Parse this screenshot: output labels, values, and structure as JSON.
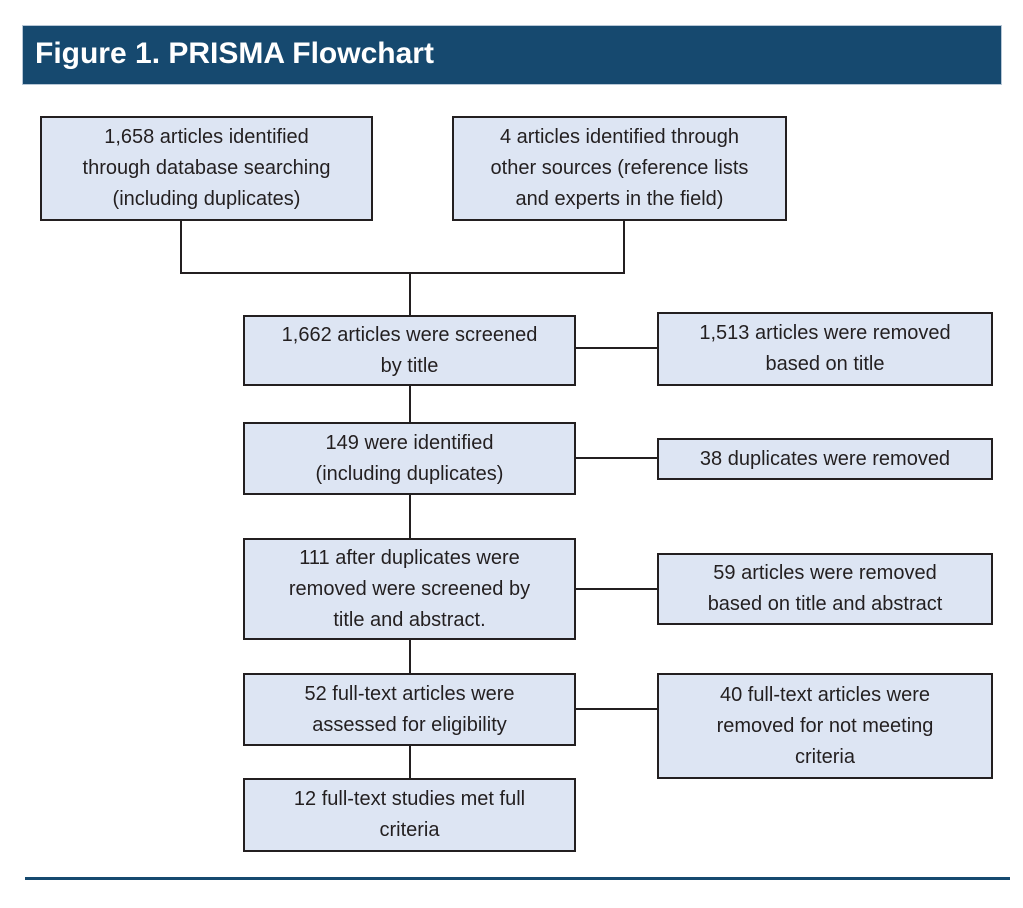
{
  "figure": {
    "title": "Figure 1. PRISMA Flowchart"
  },
  "colors": {
    "header_bg": "#16496F",
    "box_fill": "#DDE5F3",
    "box_border": "#231F20",
    "connector": "#231F20",
    "bottom_rule": "#16496F",
    "title_text": "#FFFFFF",
    "box_text": "#231F20"
  },
  "flowchart": {
    "boxes": [
      {
        "id": "identified-database",
        "lines": [
          "1,658 articles identified",
          "through database searching",
          "(including duplicates)"
        ]
      },
      {
        "id": "identified-other",
        "lines": [
          "4 articles identified through",
          "other sources (reference lists",
          "and experts in the field)"
        ]
      },
      {
        "id": "screened-by-title",
        "lines": [
          "1,662 articles were screened",
          "by title"
        ]
      },
      {
        "id": "removed-by-title",
        "lines": [
          "1,513 articles were removed",
          "based on title"
        ]
      },
      {
        "id": "identified-including-duplicates",
        "lines": [
          "149 were identified",
          "(including duplicates)"
        ]
      },
      {
        "id": "duplicates-removed",
        "lines": [
          "38 duplicates were removed"
        ]
      },
      {
        "id": "screened-title-abstract",
        "lines": [
          "111 after duplicates were",
          "removed were screened by",
          "title and abstract."
        ]
      },
      {
        "id": "removed-title-abstract",
        "lines": [
          "59 articles were removed",
          "based on title and abstract"
        ]
      },
      {
        "id": "fulltext-assessed",
        "lines": [
          "52 full-text articles were",
          "assessed for eligibility"
        ]
      },
      {
        "id": "fulltext-removed",
        "lines": [
          "40 full-text articles were",
          "removed for not meeting",
          "criteria"
        ]
      },
      {
        "id": "met-full-criteria",
        "lines": [
          "12 full-text studies met full",
          "criteria"
        ]
      }
    ],
    "edges": [
      "identified-database -> screened-by-title",
      "identified-other -> screened-by-title",
      "screened-by-title -> removed-by-title",
      "screened-by-title -> identified-including-duplicates",
      "identified-including-duplicates -> duplicates-removed",
      "identified-including-duplicates -> screened-title-abstract",
      "screened-title-abstract -> removed-title-abstract",
      "screened-title-abstract -> fulltext-assessed",
      "fulltext-assessed -> fulltext-removed",
      "fulltext-assessed -> met-full-criteria"
    ]
  }
}
